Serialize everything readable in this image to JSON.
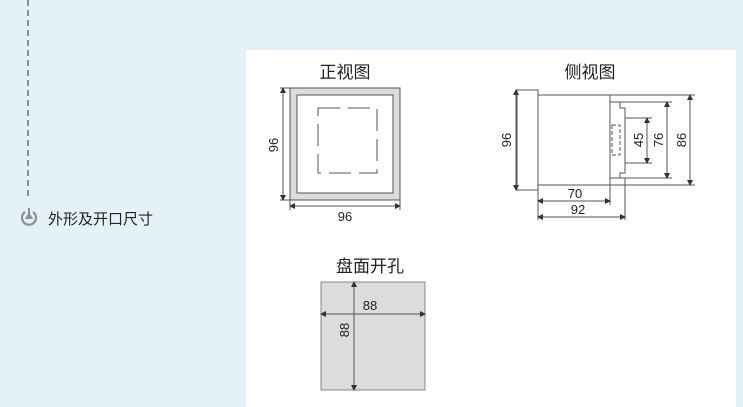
{
  "section": {
    "label": "外形及开口尺寸",
    "icon": "timeline-node-icon"
  },
  "front_view": {
    "title": "正视图",
    "height": "96",
    "width": "96"
  },
  "side_view": {
    "title": "侧视图",
    "height": "96",
    "inner": "45",
    "mid": "76",
    "outer": "86",
    "depth": "70",
    "total_depth": "92"
  },
  "cutout": {
    "title": "盘面开孔",
    "width": "88",
    "height": "88"
  }
}
